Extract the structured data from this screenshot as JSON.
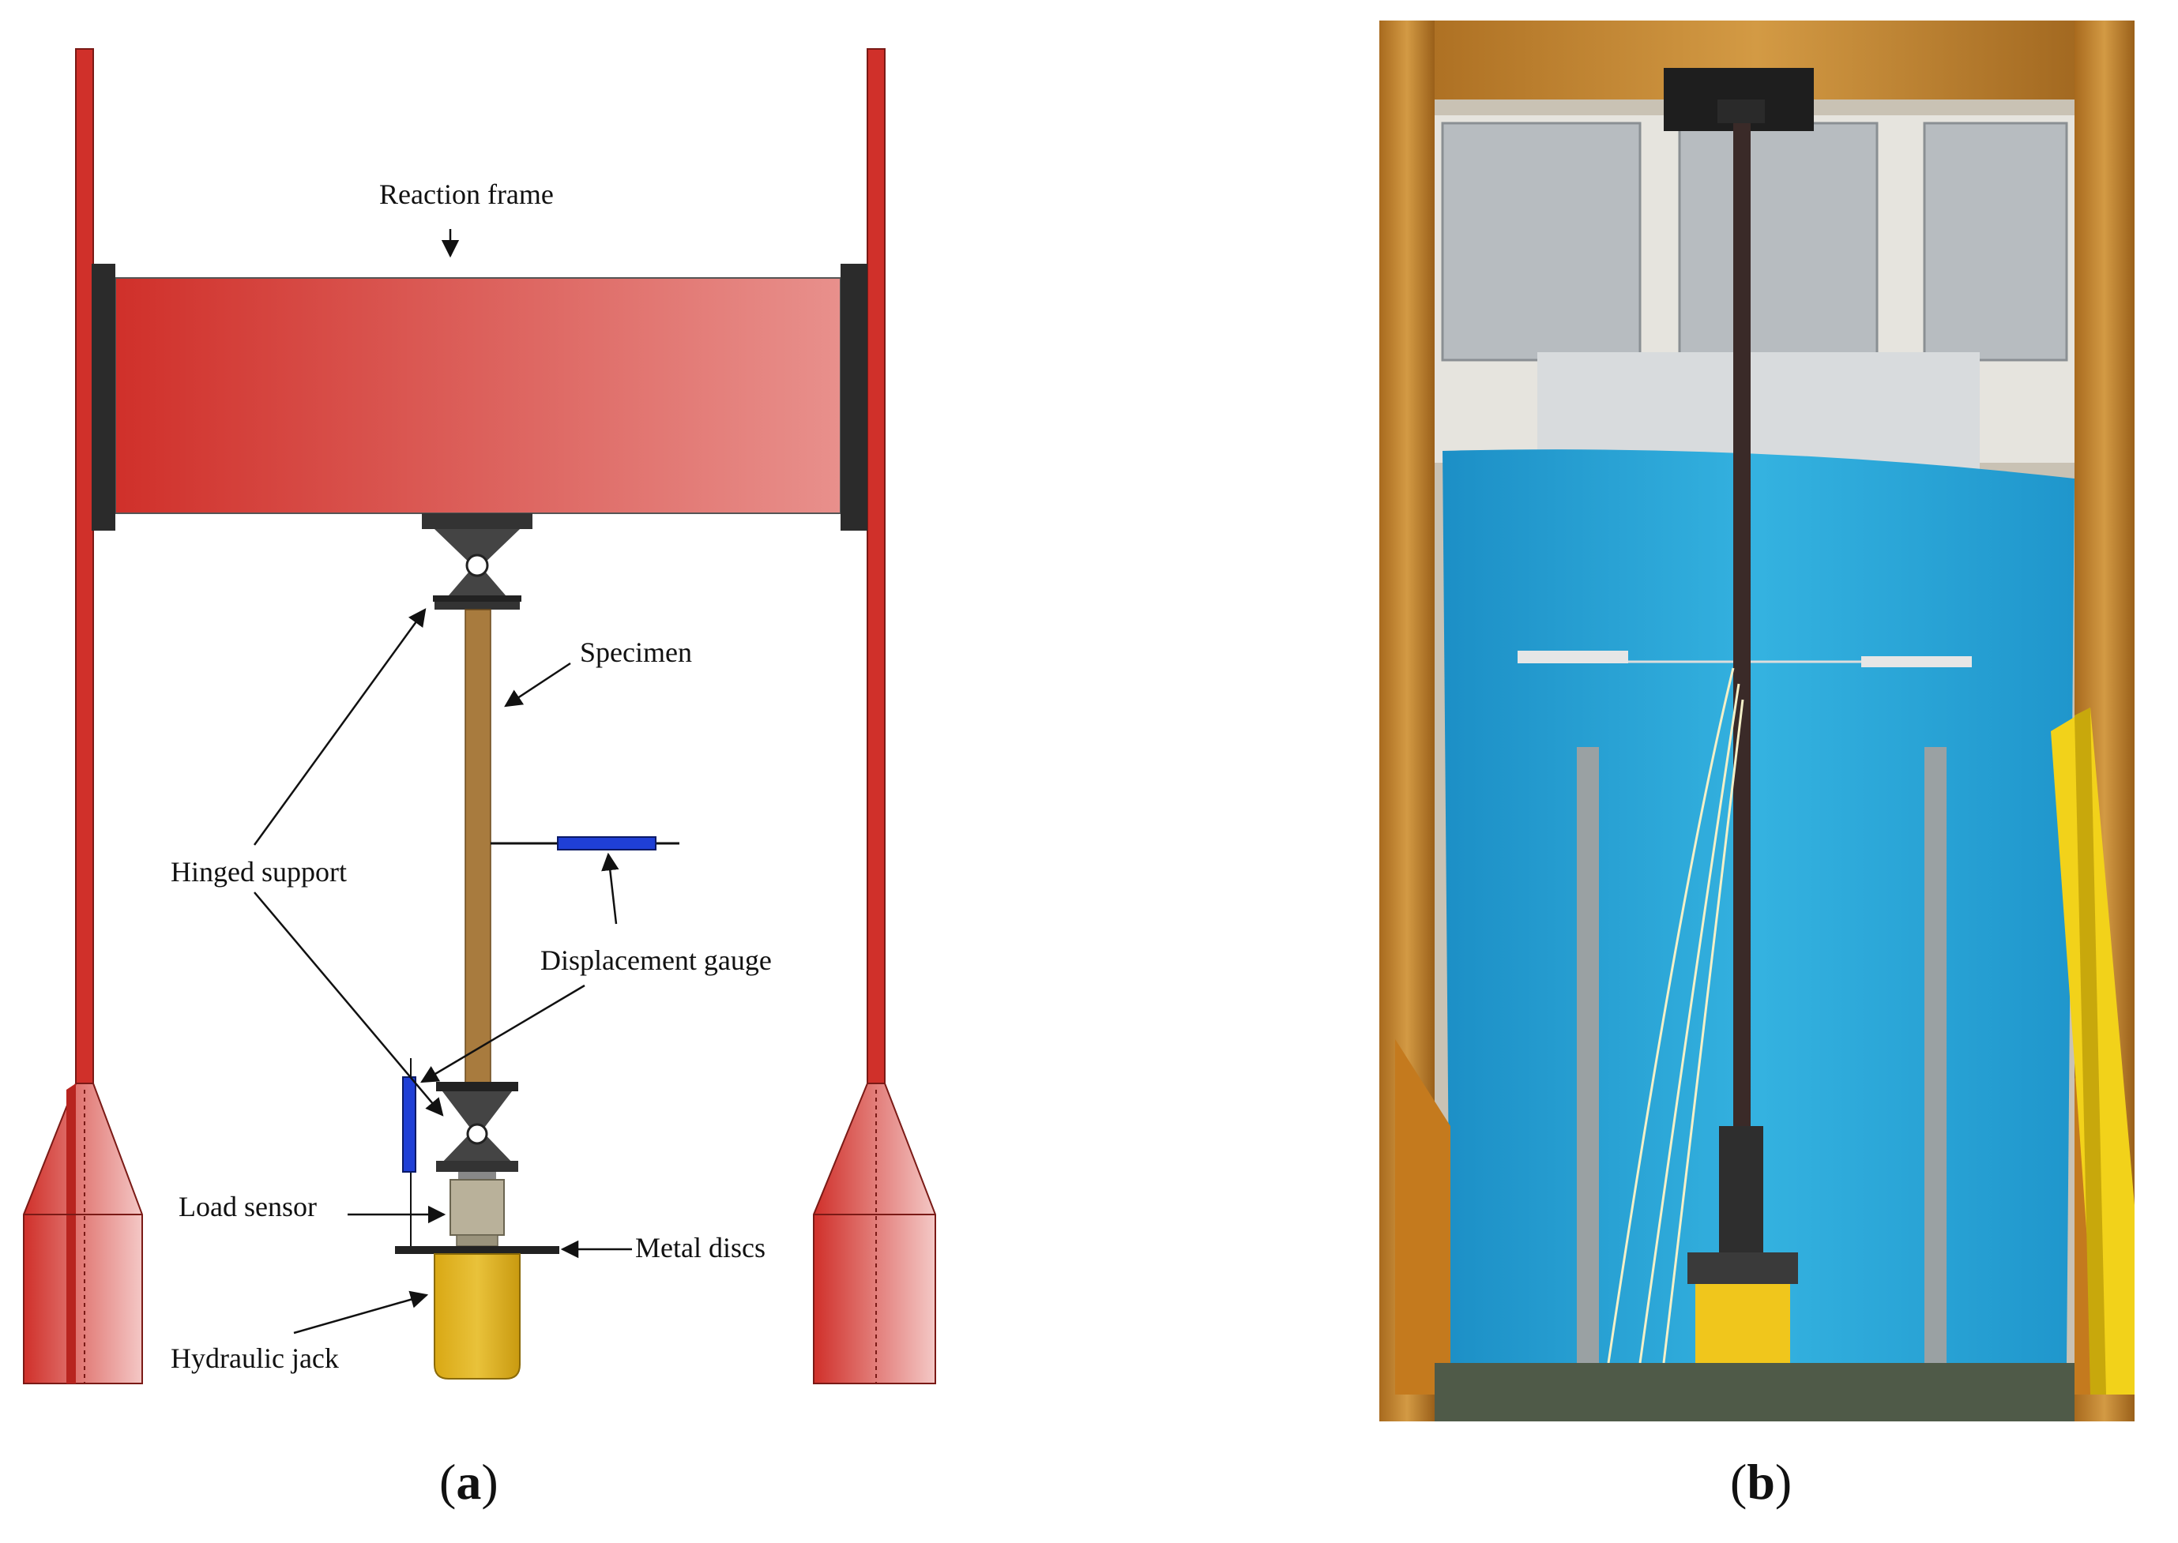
{
  "diagram": {
    "labels": {
      "reaction_frame": "Reaction frame",
      "specimen": "Specimen",
      "hinged_support": "Hinged support",
      "displacement_gauge": "Displacement gauge",
      "load_sensor": "Load sensor",
      "metal_discs": "Metal discs",
      "hydraulic_jack": "Hydraulic jack"
    },
    "colors": {
      "frame_red": "#d0302a",
      "frame_light": "#e8908c",
      "specimen_brown": "#a87b3e",
      "gauge_blue": "#1f3fd6",
      "jack_yellow": "#e0b41c",
      "sensor_gray": "#b9b19a",
      "hinge_dark": "#333333"
    }
  },
  "captions": {
    "a_open": "(",
    "a_letter": "a",
    "a_close": ")",
    "b_open": "(",
    "b_letter": "b",
    "b_close": ")"
  },
  "photo": {
    "colors": {
      "curtain": "#2aa6d6",
      "steel_orange": "#c8842a",
      "yellow_ladder": "#f2d21a",
      "column_dark": "#3a2a28"
    }
  }
}
